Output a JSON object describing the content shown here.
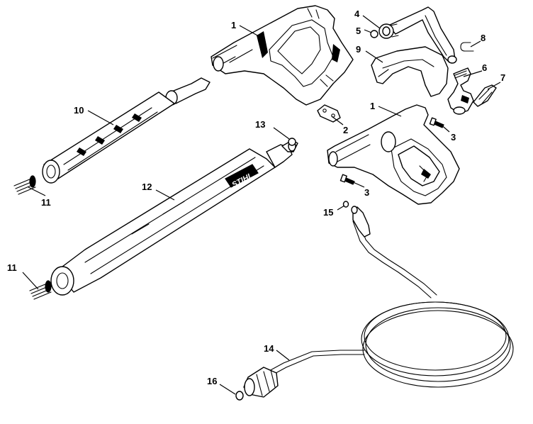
{
  "callouts": {
    "c1a": "1",
    "c1b": "1",
    "c2": "2",
    "c3a": "3",
    "c3b": "3",
    "c4": "4",
    "c5": "5",
    "c6": "6",
    "c7": "7",
    "c8": "8",
    "c9": "9",
    "c10": "10",
    "c11a": "11",
    "c11b": "11",
    "c12": "12",
    "c13": "13",
    "c14": "14",
    "c15": "15",
    "c16": "16"
  },
  "brand_text": "STIHL",
  "colors": {
    "line": "#000000",
    "background": "#ffffff"
  }
}
